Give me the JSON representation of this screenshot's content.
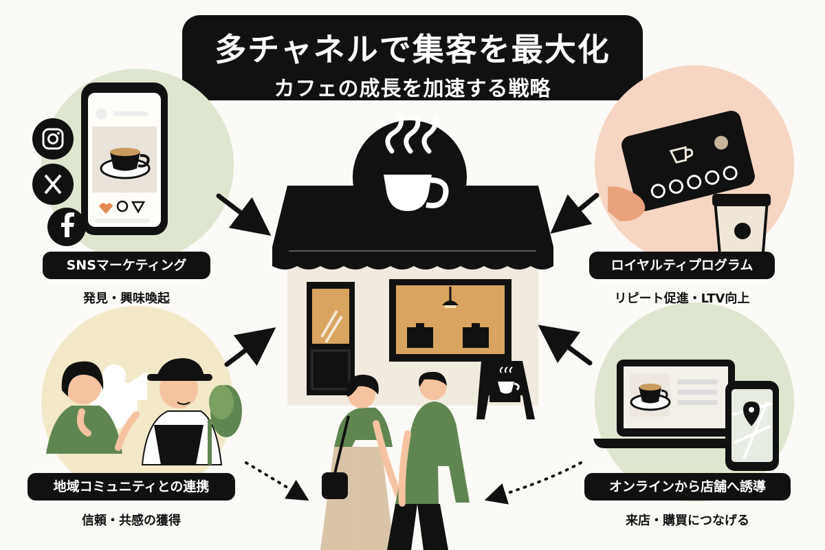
{
  "title": "多チャネルで集客を最大化",
  "subtitle": "カフェの成長を加速する戦略",
  "channels": [
    {
      "label": "SNSマーケティング",
      "caption": "発見・興味喚起"
    },
    {
      "label": "ロイヤルティプログラム",
      "caption": "リピート促進・LTV向上"
    },
    {
      "label": "地域コミュニティとの連携",
      "caption": "信頼・共感の獲得"
    },
    {
      "label": "オンラインから店舗へ誘導",
      "caption": "来店・購買につなげる"
    }
  ],
  "social_icons": [
    "instagram-icon",
    "x-icon",
    "facebook-icon"
  ],
  "colors": {
    "black": "#111111",
    "sage": "#dfe6cf",
    "peach": "#f6d6c2",
    "cream": "#f1ebdf",
    "green": "#5f8650",
    "tan": "#d7c6aa",
    "amber": "#d9a45f"
  }
}
